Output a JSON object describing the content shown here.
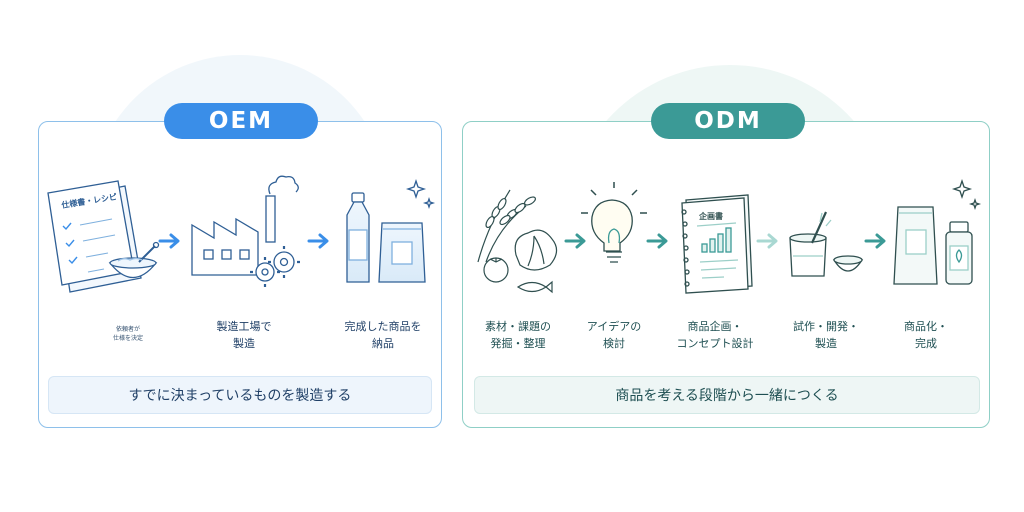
{
  "oem": {
    "badge": "OEM",
    "steps": [
      {
        "label": "依頼者が\n仕様を決定",
        "icon": "spec-recipe-document-icon"
      },
      {
        "label": "製造工場で\n製造",
        "icon": "factory-icon"
      },
      {
        "label": "完成した商品を\n納品",
        "icon": "bottle-and-pouch-icon"
      }
    ],
    "doc_title": "仕様書・レシピ",
    "summary": "すでに決まっているものを製造する",
    "accent": "#3a8ee8"
  },
  "odm": {
    "badge": "ODM",
    "steps": [
      {
        "label": "素材・課題の\n発掘・整理",
        "icon": "ingredients-icon"
      },
      {
        "label": "アイデアの\n検討",
        "icon": "lightbulb-icon"
      },
      {
        "label": "商品企画・\nコンセプト設計",
        "icon": "planning-notebook-icon"
      },
      {
        "label": "試作・開発・\n製造",
        "icon": "prototype-bowls-icon"
      },
      {
        "label": "商品化・\n完成",
        "icon": "finished-products-icon"
      }
    ],
    "notebook_title": "企画書",
    "summary": "商品を考える段階から一緒につくる",
    "accent": "#3b9a96"
  }
}
